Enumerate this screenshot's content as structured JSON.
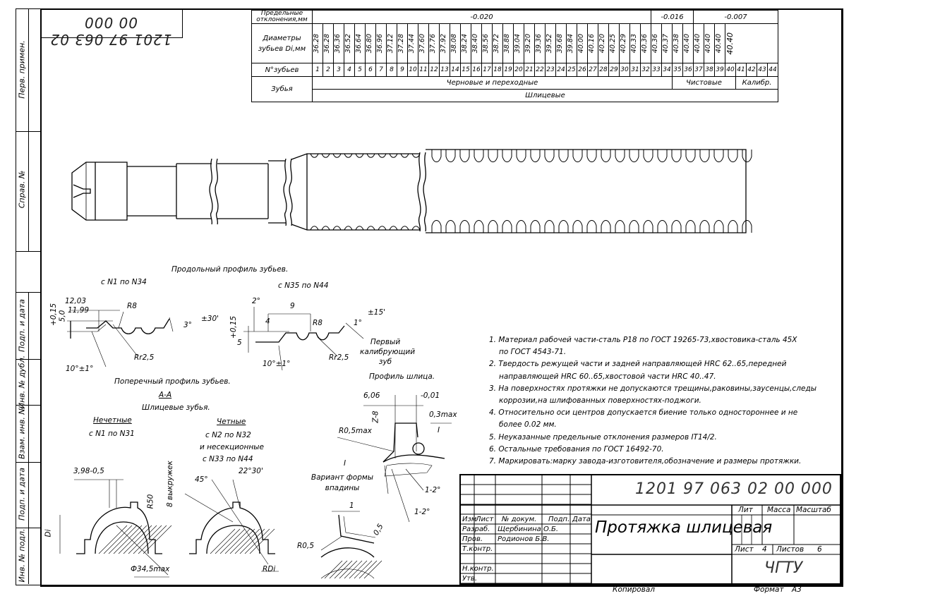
{
  "stamp_top_left": "1201 97 063 02 00 000",
  "margin_labels": [
    "Перв. примен.",
    "Справ. №",
    "Подп. и дата",
    "Инв. № дубл.",
    "Взам. инв. №",
    "Подп. и дата",
    "Инв. № подл."
  ],
  "table": {
    "row_deviation_label": "Предельные отклонения,мм",
    "deviations": [
      "-0.020",
      "-0.016",
      "-0.007"
    ],
    "row_diameters_label": "Диаметры зубьев Di,мм",
    "diameters": [
      "36.28",
      "36.28",
      "36.36",
      "36.52",
      "36.64",
      "36.80",
      "36.96",
      "37.12",
      "37.28",
      "37.44",
      "37.60",
      "37.76",
      "37.92",
      "38.08",
      "38.24",
      "38.40",
      "38.56",
      "38.72",
      "38.88",
      "39.04",
      "39.20",
      "39.36",
      "39.52",
      "39.68",
      "39.84",
      "40.00",
      "40.16",
      "40.20",
      "40.25",
      "40.29",
      "40.33",
      "40.36",
      "40.36",
      "40.37",
      "40.38",
      "40.40",
      "40.40",
      "40.40",
      "40.40"
    ],
    "diameter_calib": "40.40",
    "row_teeth_label": "N°зубьев",
    "teeth_numbers": [
      "1",
      "2",
      "3",
      "4",
      "5",
      "6",
      "7",
      "8",
      "9",
      "10",
      "11",
      "12",
      "13",
      "14",
      "15",
      "16",
      "17",
      "18",
      "19",
      "20",
      "21",
      "22",
      "23",
      "24",
      "25",
      "26",
      "27",
      "28",
      "29",
      "30",
      "31",
      "32",
      "33",
      "34",
      "35",
      "36",
      "37",
      "38",
      "39",
      "40",
      "41",
      "42",
      "43",
      "44"
    ],
    "row_type_label": "Зубья",
    "type_rough": "Черновые и переходные",
    "type_finish": "Чистовые",
    "type_calib": "Калибр.",
    "type_spline": "Шлицевые"
  },
  "sections": {
    "long_profile": "Продольный профиль зубьев.",
    "range1": "с N1 по N34",
    "range2": "с N35 по N44",
    "cross_profile": "Поперечный профиль зубьев.",
    "aa": "А-А",
    "spline_teeth": "Шлицевые зубья.",
    "odd_title": "Нечетные",
    "odd_range": "с N1 по N31",
    "even_title": "Четные",
    "even_range": "с N2 по N32",
    "even_extra": "и несекционные",
    "even_range2": "с N33 по N44",
    "spline_profile": "Профиль шлица.",
    "first_calib": "Первый калибрующий зуб",
    "variant": "Вариант формы впадины"
  },
  "dims": {
    "d1203": "12,03",
    "d1199": "11,99",
    "r8a": "R8",
    "deg3": "3°",
    "pm30": "±30'",
    "rr25a": "Rr2,5",
    "d10": "10°±1°",
    "d015a": "+0,15",
    "d50": "5,0",
    "deg2": "2°",
    "d9": "9",
    "d4": "4",
    "r8b": "R8",
    "deg1": "1°",
    "pm15": "±15'",
    "d015b": "+0,15",
    "d5": "5",
    "rr25b": "Rr2,5",
    "d10b": "10°±1°",
    "d606": "6,06",
    "dm001": "-0,01",
    "d03": "0,3max",
    "r05max": "R0,5max",
    "z8": "Z-8",
    "d1": "I",
    "d12a": "1-2°",
    "d12b": "1-2°",
    "v1": "I",
    "one": "1",
    "d05": "0,5",
    "r05": "R0,5",
    "d398": "3,98-0,5",
    "r50": "R50",
    "v8": "8 выкружек",
    "di": "Di",
    "phi": "Ф34,5max",
    "deg45": "45°",
    "deg2230": "22°30'",
    "rdi": "RDi"
  },
  "notes": [
    "1. Материал рабочей части-сталь Р18 по ГОСТ 19265-73,хвостовика-сталь 45Х",
    "по ГОСТ 4543-71.",
    "2. Твердость режущей части и задней направляющей HRC 62..65,передней",
    "направляющей HRC 60..65,хвостовой части HRC 40..47.",
    "3. На поверхностях протяжки не допускаются трещины,раковины,заусенцы,следы",
    "коррозии,на шлифованных поверхностях-поджоги.",
    "4. Относительно оси центров допускается биение только одностороннее и не",
    "более 0.02 мм.",
    "5. Неуказанные предельные отклонения размеров IT14/2.",
    "6. Остальные требования по ГОСТ 16492-70.",
    "7. Маркировать:марку завода-изготовителя,обозначение и размеры протяжки."
  ],
  "title_block": {
    "designation": "1201 97 063 02 00 000",
    "name": "Протяжка шлицевая",
    "col_izm": "Изм",
    "col_list": "Лист",
    "col_doc": "№ докум.",
    "col_sign": "Подп.",
    "col_date": "Дата",
    "razrab": "Разраб.",
    "razrab_name": "Щербинина О.Б.",
    "prov": "Пров.",
    "prov_name": "Родионов Б.В.",
    "tkontr": "Т.контр.",
    "nkontr": "Н.контр.",
    "utv": "Утв.",
    "lit": "Лит",
    "massa": "Масса",
    "masshtab": "Масштаб",
    "list_label": "Лист",
    "list_val": "4",
    "listov_label": "Листов",
    "listov_val": "6",
    "org": "ЧГТУ",
    "copied": "Копировал",
    "format_label": "Формат",
    "format_val": "А3"
  }
}
